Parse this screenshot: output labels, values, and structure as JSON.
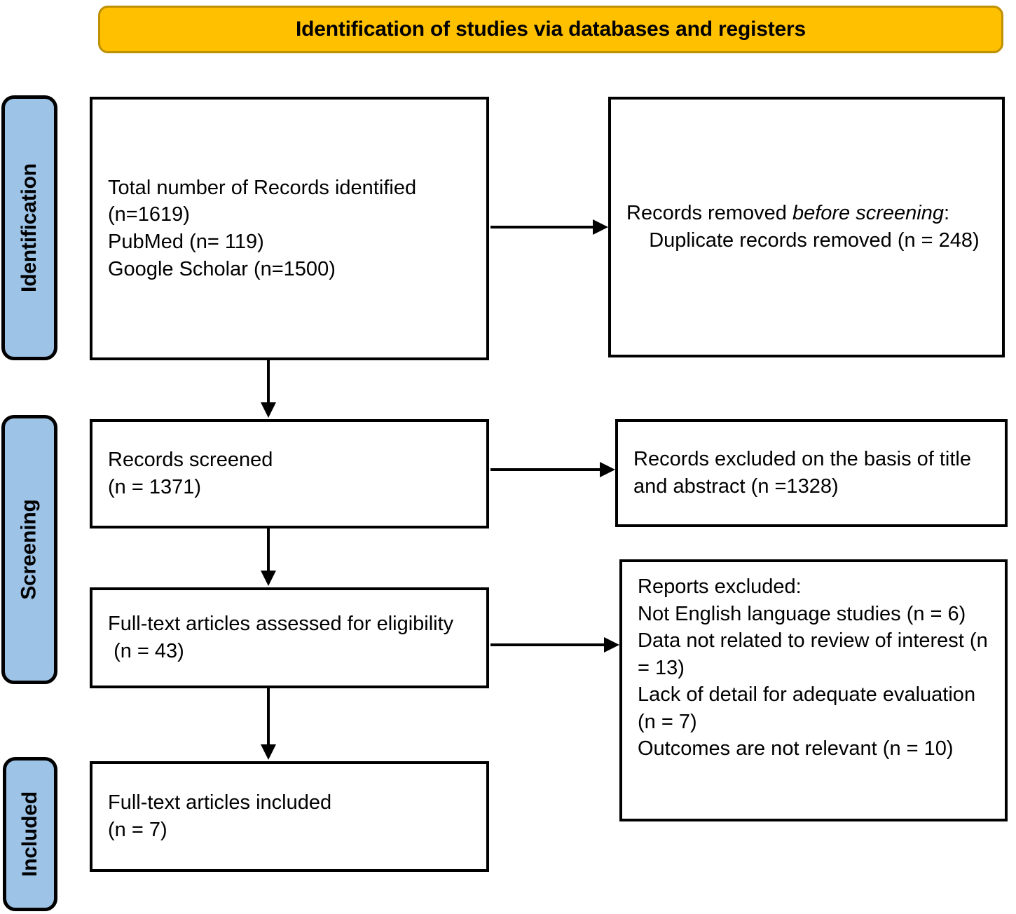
{
  "header": {
    "title": "Identification of studies via databases and registers",
    "fill_color": "#FFC000",
    "border_color": "#BF9000"
  },
  "stages": {
    "fill_color": "#9DC3E6",
    "border_color": "#000000",
    "identification": "Identification",
    "screening": "Screening",
    "included": "Included"
  },
  "boxes": {
    "records_identified": "Total number of Records identified (n=1619)\nPubMed (n= 119)\nGoogle Scholar (n=1500)",
    "records_removed_line1": "Records removed ",
    "records_removed_italic": "before screening",
    "records_removed_colon": ":",
    "records_removed_detail": "\n    Duplicate records removed (n = 248)",
    "records_screened": "Records screened\n(n = 1371)",
    "records_excluded": "Records excluded on the basis of title and abstract (n =1328)",
    "fulltext_assessed": "Full-text articles assessed for eligibility\n (n = 43)",
    "reports_excluded": "Reports excluded:\nNot English language studies (n = 6)\nData not related to review of interest (n = 13)\nLack of detail for adequate evaluation (n = 7)\nOutcomes are not relevant (n = 10)",
    "fulltext_included": "Full-text articles included\n(n = 7)"
  },
  "flow_data": {
    "type": "prisma-flow",
    "identified_total": 1619,
    "pubmed": 119,
    "google_scholar": 1500,
    "duplicates_removed": 248,
    "screened": 1371,
    "excluded_title_abstract": 1328,
    "fulltext_assessed": 43,
    "excluded_not_english": 6,
    "excluded_not_related": 13,
    "excluded_lack_detail": 7,
    "excluded_outcomes_irrelevant": 10,
    "included": 7
  }
}
